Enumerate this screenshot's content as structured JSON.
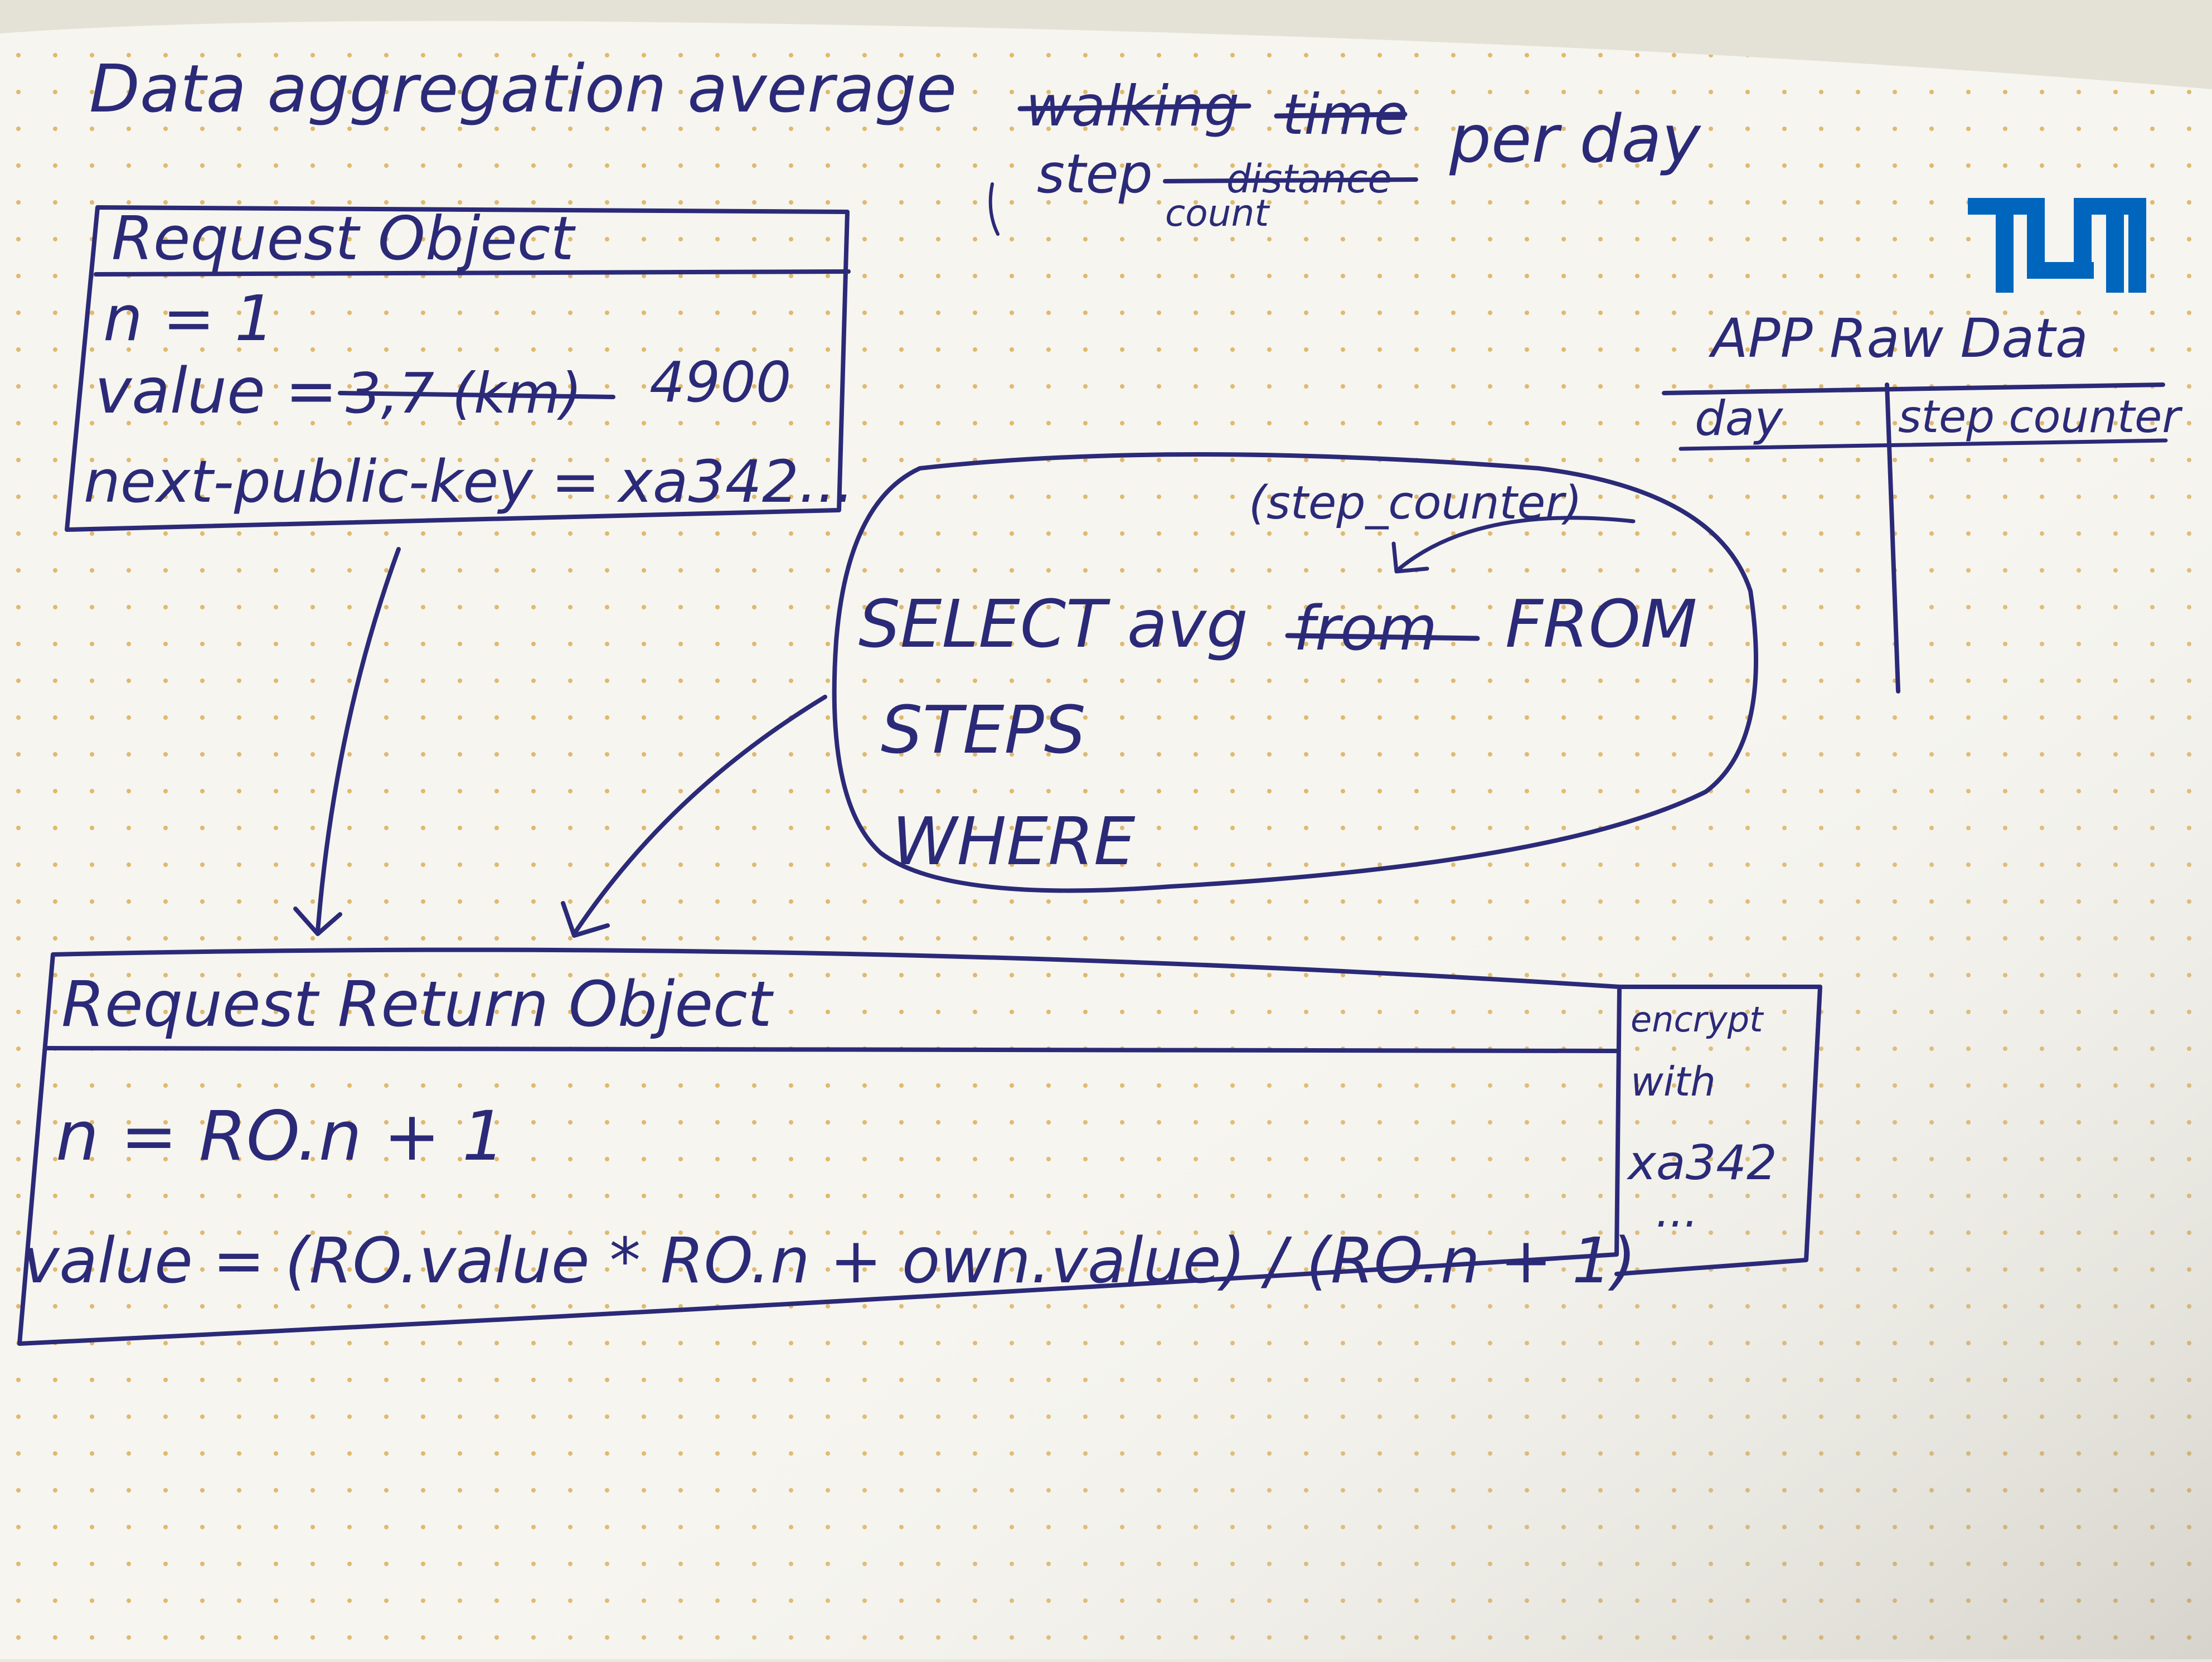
{
  "title": {
    "line1_prefix": "Data aggregation average",
    "struck_1": "walking",
    "struck_2": "time",
    "line1_suffix": "per day",
    "line2_prefix": "step",
    "struck_3": "distance",
    "inserted": "count"
  },
  "logo": {
    "text": "TUM",
    "color": "#0065bd"
  },
  "request_object": {
    "header": "Request Object",
    "n_line": "n = 1",
    "value_prefix": "value = ",
    "value_struck": "3,7 (km)",
    "value_new": "4900",
    "next_key_line": "next-public-key = xa342..."
  },
  "query_bubble": {
    "hint": "(step_counter)",
    "select_prefix": "SELECT avg",
    "select_struck": "from",
    "select_suffix": "FROM",
    "table": "STEPS",
    "where": "WHERE"
  },
  "app_raw_data": {
    "title": "APP Raw Data",
    "columns": [
      "day",
      "step counter"
    ]
  },
  "return_object": {
    "header": "Request Return Object",
    "n_line": "n = RO.n + 1",
    "value_line": "value = (RO.value * RO.n + own.value) / (RO.n + 1)"
  },
  "encrypt_box": {
    "line1": "encrypt",
    "line2": "with",
    "key": "xa342",
    "ellipsis": "..."
  },
  "colors": {
    "ink": "#2b2a78",
    "paper": "#f6f5ef",
    "dot": "#d9a441",
    "logo": "#0065bd"
  }
}
